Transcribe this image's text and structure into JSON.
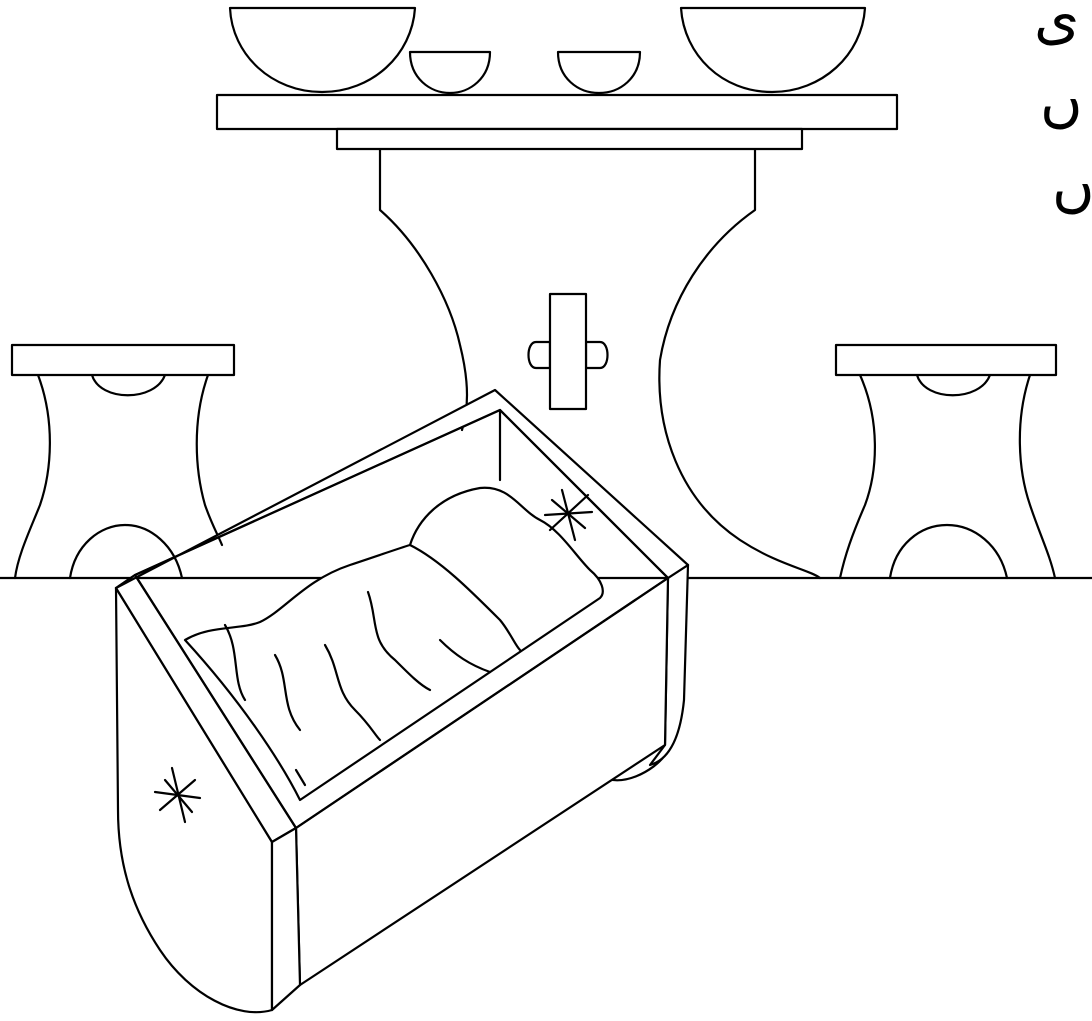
{
  "colors": {
    "background": "#ffffff",
    "line": "#000000"
  },
  "edge_text": {
    "line_1": "ى",
    "line_2": "ں",
    "line_3": "ں"
  },
  "icons": [
    "bowl-icon",
    "table-icon",
    "stool-icon",
    "cradle-icon",
    "sparkle-icon",
    "latch-icon"
  ]
}
